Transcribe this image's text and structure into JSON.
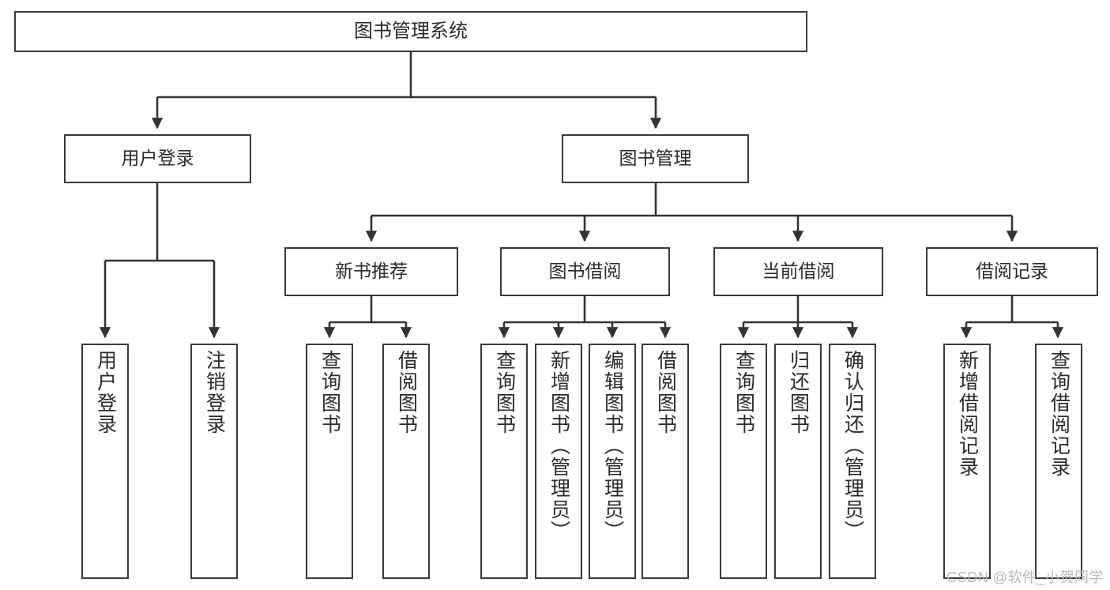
{
  "diagram": {
    "title": "图书管理系统",
    "type": "hierarchy-tree",
    "watermark": "CSDN @软件_小贺同学",
    "colors": {
      "box_stroke": "#3a3a3a",
      "box_fill": "#ffffff",
      "edge": "#333333",
      "text": "#2b2b2b",
      "watermark": "#b9b9b9"
    },
    "nodes": {
      "root": {
        "label": "图书管理系统"
      },
      "level2": [
        {
          "label": "用户登录"
        },
        {
          "label": "图书管理"
        }
      ],
      "level3": [
        {
          "label": "新书推荐"
        },
        {
          "label": "图书借阅"
        },
        {
          "label": "当前借阅"
        },
        {
          "label": "借阅记录"
        }
      ],
      "leaves": {
        "user_login": [
          {
            "label": "用户登录"
          },
          {
            "label": "注销登录"
          }
        ],
        "new_book_recommend": [
          {
            "label": "查询图书"
          },
          {
            "label": "借阅图书"
          }
        ],
        "book_borrow": [
          {
            "label": "查询图书"
          },
          {
            "label": "新增图书（管理员）"
          },
          {
            "label": "编辑图书（管理员）"
          },
          {
            "label": "借阅图书"
          }
        ],
        "current_borrow": [
          {
            "label": "查询图书"
          },
          {
            "label": "归还图书"
          },
          {
            "label": "确认归还（管理员）"
          }
        ],
        "borrow_record": [
          {
            "label": "新增借阅记录"
          },
          {
            "label": "查询借阅记录"
          }
        ]
      }
    }
  }
}
